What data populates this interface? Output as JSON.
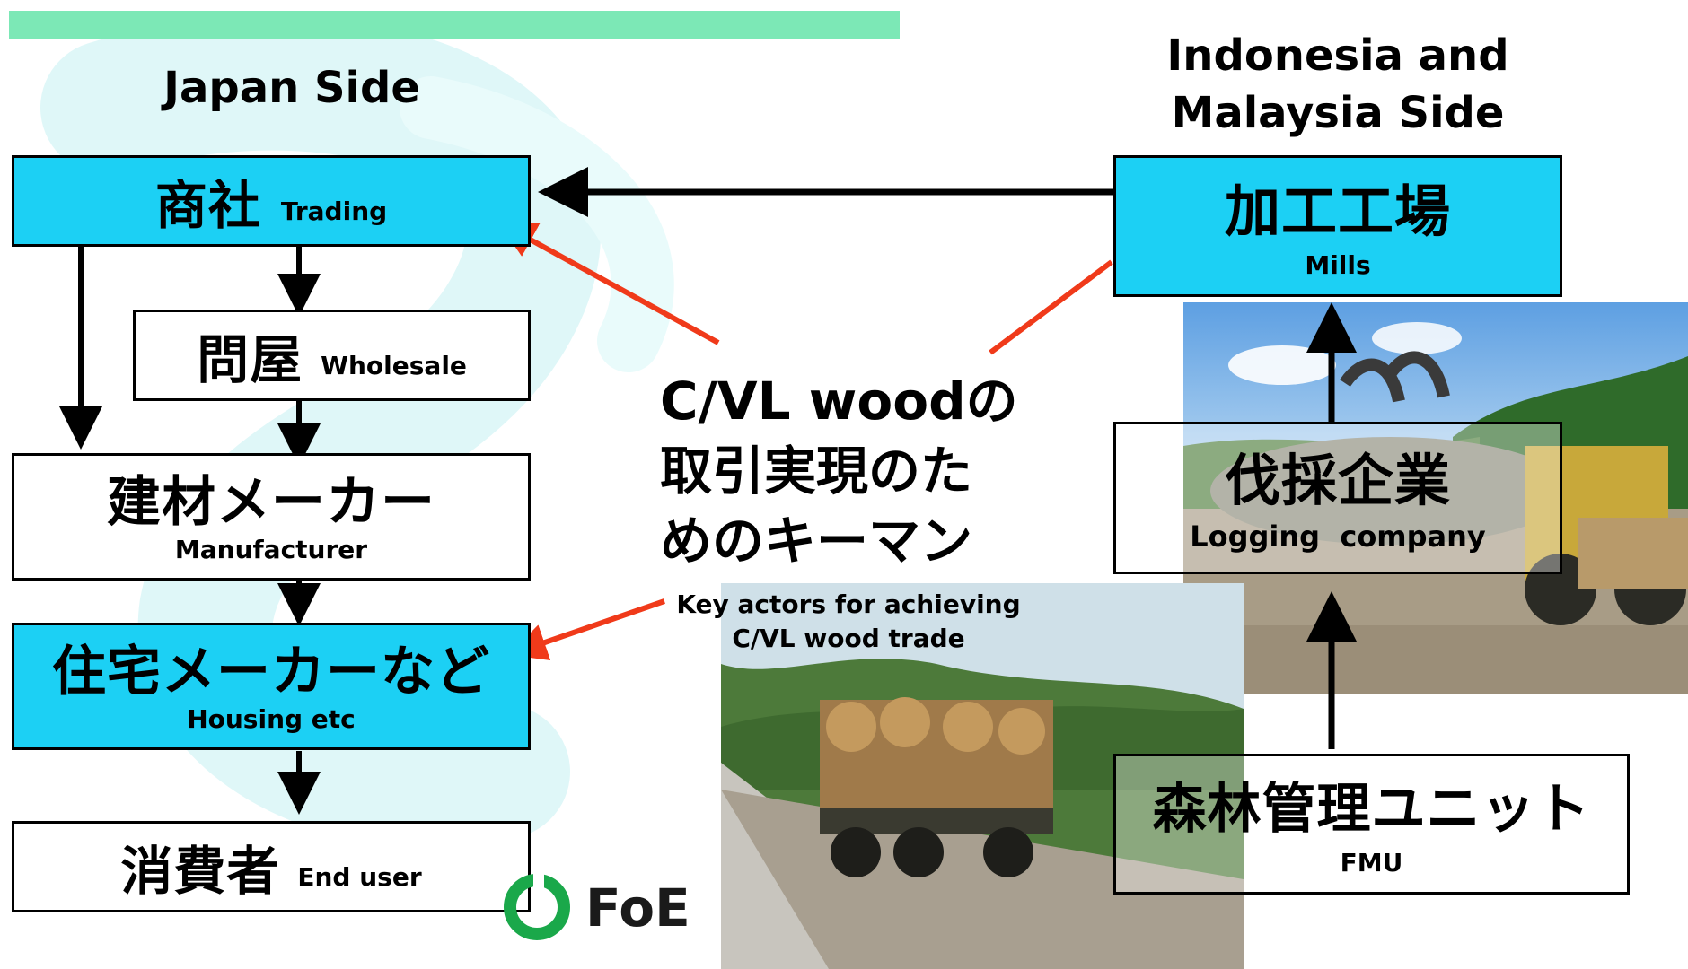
{
  "sides": {
    "japan": "Japan Side",
    "indonesia_line1": "Indonesia and",
    "indonesia_line2": "Malaysia Side"
  },
  "japan_chain": {
    "trading": {
      "jp": "商社",
      "en": "Trading"
    },
    "wholesale": {
      "jp": "問屋",
      "en": "Wholesale"
    },
    "manufacturer": {
      "jp": "建材メーカー",
      "en": "Manufacturer"
    },
    "housing": {
      "jp": "住宅メーカーなど",
      "en": "Housing etc"
    },
    "end_user": {
      "jp": "消費者",
      "en": "End user"
    }
  },
  "producer_chain": {
    "mills": {
      "jp": "加工工場",
      "en": "Mills"
    },
    "logging": {
      "jp": "伐採企業",
      "en": "Logging  company"
    },
    "fmu": {
      "jp": "森林管理ユニット",
      "en": "FMU"
    }
  },
  "center": {
    "line1": "C/VL woodの",
    "line2": "取引実現のた",
    "line3": "めのキーマン",
    "en_line1": "Key actors for achieving",
    "en_line2": "C/VL wood trade"
  },
  "logo": {
    "text": "FoE"
  },
  "colors": {
    "box_blue": "#1cd0f4",
    "top_bar": "#7ce8b6",
    "red_arrow": "#f03a1a",
    "logo_green": "#1aa84a",
    "swirl": "#dff7f8"
  }
}
